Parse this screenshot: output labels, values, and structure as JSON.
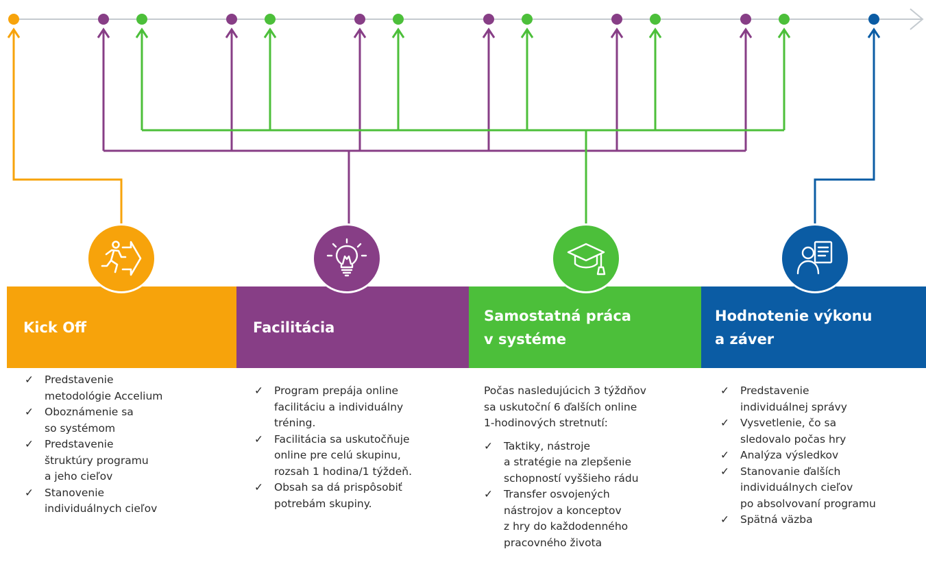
{
  "colors": {
    "orange": "#F7A30B",
    "purple": "#873E86",
    "green": "#4CBF3A",
    "blue": "#0B5CA4",
    "timeline": "#C4CACF"
  },
  "timeline": {
    "dots": [
      "orange",
      "purple",
      "green",
      "purple",
      "green",
      "purple",
      "green",
      "purple",
      "green",
      "purple",
      "green",
      "purple",
      "green",
      "blue"
    ]
  },
  "phases": [
    {
      "id": "kickoff",
      "title": "Kick Off",
      "color": "#F7A30B",
      "icon": "running-person-exit-icon"
    },
    {
      "id": "facilitacia",
      "title": "Facilitácia",
      "color": "#873E86",
      "icon": "lightbulb-icon"
    },
    {
      "id": "samostatna",
      "title": "Samostatná práca\nv systéme",
      "color": "#4CBF3A",
      "icon": "graduation-cap-icon"
    },
    {
      "id": "hodnotenie",
      "title": "Hodnotenie výkonu\na záver",
      "color": "#0B5CA4",
      "icon": "person-report-icon"
    }
  ],
  "columns": {
    "kickoff": {
      "items": [
        "Predstavenie\nmetodológie Accelium",
        "Oboznámenie sa\nso systémom",
        "Predstavenie\nštruktúry programu\na jeho cieľov",
        "Stanovenie\nindividuálnych cieľov"
      ]
    },
    "facilitacia": {
      "items": [
        "Program prepája online\nfacilitáciu a individuálny\ntréning.",
        "Facilitácia sa uskutočňuje\nonline pre celú skupinu,\nrozsah 1 hodina/1 týždeň.",
        "Obsah sa dá prispôsobiť\npotrebám skupiny."
      ]
    },
    "samostatna": {
      "intro": "Počas nasledujúcich 3 týždňov\nsa uskutoční 6 ďalších online\n1-hodinových stretnutí:",
      "items": [
        "Taktiky, nástroje\na stratégie na zlepšenie\nschopností vyššieho rádu",
        "Transfer osvojených\nnástrojov a konceptov\nz hry do každodenného\npracovného života"
      ]
    },
    "hodnotenie": {
      "items": [
        "Predstavenie\nindividuálnej správy",
        "Vysvetlenie, čo sa\nsledovalo počas hry",
        "Analýza výsledkov",
        "Stanovanie ďalších\nindividuálnych cieľov\npo absolvovaní programu",
        "Spätná väzba"
      ]
    }
  }
}
